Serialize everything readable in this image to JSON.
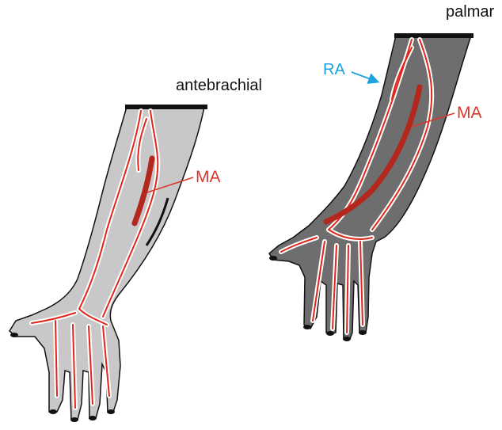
{
  "labels": {
    "left_view": "antebrachial",
    "right_view": "palmar",
    "left_artery": "MA",
    "right_artery": "MA",
    "right_radial": "RA"
  },
  "colors": {
    "artery": "#e0261b",
    "median_artery": "#b3271d",
    "ra_label": "#1aa3e0",
    "ma_label": "#d9372b",
    "left_limb": "#c8c8c8",
    "right_limb": "#6e6e6e",
    "outline": "#111111"
  },
  "icons": [
    "left-forearm-illustration",
    "right-forearm-illustration",
    "cut-line",
    "pointer-arrow"
  ]
}
